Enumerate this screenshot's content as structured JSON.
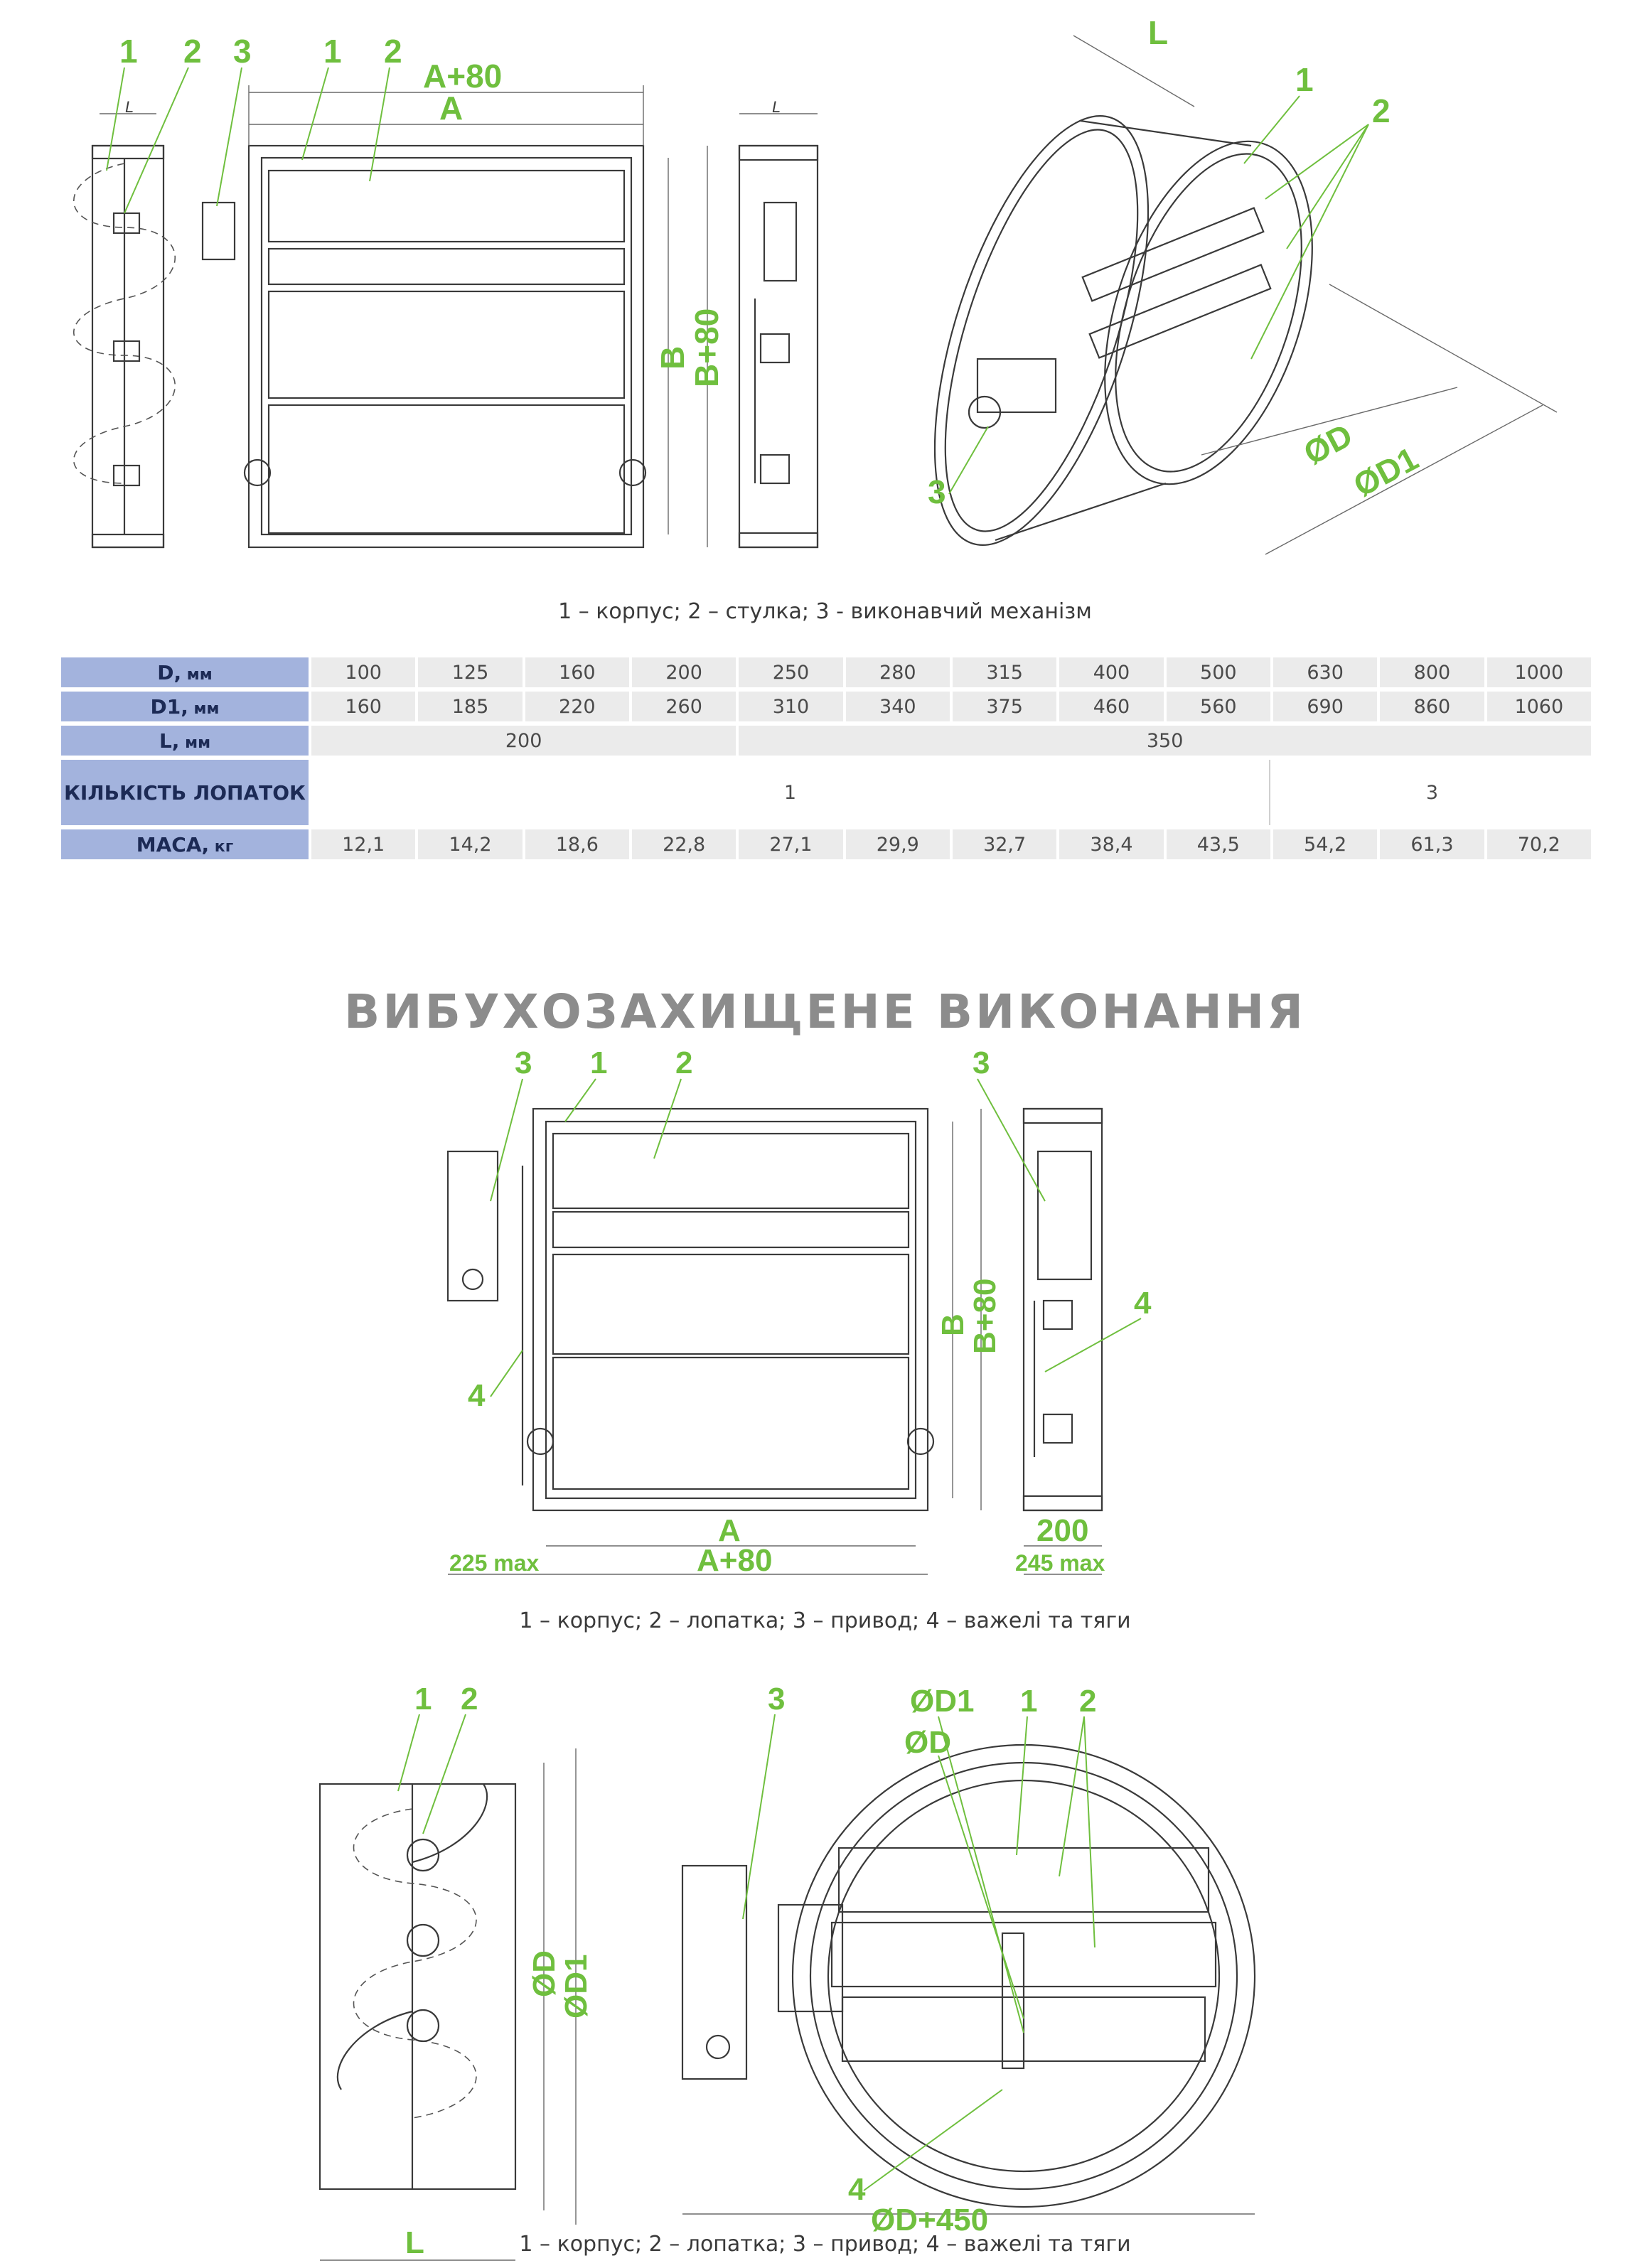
{
  "drawing1": {
    "labels": {
      "n1a": "1",
      "n2a": "2",
      "n3a": "3",
      "n1b": "1",
      "n2b": "2",
      "a80": "A+80",
      "a": "A",
      "b": "B",
      "b80": "B+80",
      "l_small_1": "L",
      "l_small_2": "L",
      "n1c": "1",
      "n2c": "2",
      "n3c": "3",
      "l_big": "L",
      "od": "ØD",
      "od1": "ØD1"
    },
    "caption": "1 – корпус; 2 – стулка; 3 - виконавчий механізм"
  },
  "spec_table": {
    "rows": [
      {
        "label": "D,",
        "unit": " мм",
        "values": [
          "100",
          "125",
          "160",
          "200",
          "250",
          "280",
          "315",
          "400",
          "500",
          "630",
          "800",
          "1000"
        ]
      },
      {
        "label": "D1,",
        "unit": " мм",
        "values": [
          "160",
          "185",
          "220",
          "260",
          "310",
          "340",
          "375",
          "460",
          "560",
          "690",
          "860",
          "1060"
        ]
      },
      {
        "label": "L,",
        "unit": " мм",
        "spans": [
          {
            "value": "200",
            "cols": 4
          },
          {
            "value": "350",
            "cols": 8
          }
        ]
      },
      {
        "label": "КІЛЬКІСТЬ ЛОПАТОК",
        "unit": "",
        "spans": [
          {
            "value": "1",
            "cols": 9
          },
          {
            "value": "3",
            "cols": 3
          }
        ]
      },
      {
        "label": "МАСА,",
        "unit": " кг",
        "values": [
          "12,1",
          "14,2",
          "18,6",
          "22,8",
          "27,1",
          "29,9",
          "32,7",
          "38,4",
          "43,5",
          "54,2",
          "61,3",
          "70,2"
        ]
      }
    ]
  },
  "section_title": "ВИБУХОЗАХИЩЕНЕ ВИКОНАННЯ",
  "drawing2": {
    "labels": {
      "n3": "3",
      "n1": "1",
      "n2": "2",
      "n3r": "3",
      "n4": "4",
      "n4r": "4",
      "b": "B",
      "b80": "B+80",
      "a": "A",
      "a80": "A+80",
      "d225": "225 max",
      "d200": "200",
      "d245": "245 max"
    },
    "caption": "1 – корпус; 2 – лопатка; 3 – привод; 4 – важелі та тяги"
  },
  "drawing3": {
    "labels": {
      "n1": "1",
      "n2": "2",
      "od": "ØD",
      "od1": "ØD1",
      "l": "L",
      "n3": "3",
      "od1b": "ØD1",
      "odb": "ØD",
      "n1b": "1",
      "n2b": "2",
      "n4": "4",
      "od450": "ØD+450"
    },
    "caption": "1 – корпус; 2 – лопатка; 3 – привод; 4 – важелі та тяги"
  },
  "colors": {
    "accent_green": "#6fbf3e",
    "header_blue": "#a3b3dd",
    "cell_grey": "#ebebeb",
    "title_grey": "#8c8c8c"
  }
}
